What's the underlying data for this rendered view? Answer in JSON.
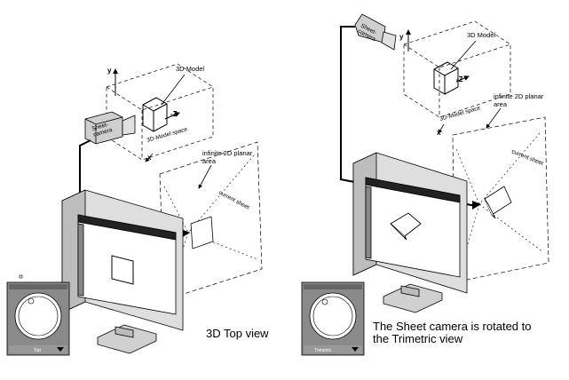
{
  "left_panel": {
    "labels": {
      "model": "3D Model",
      "sheet_camera": "Sheet-\ncamera",
      "model_space": "3D-Model space",
      "planar_area": "infinite 2D planar\narea",
      "current_sheet": "current sheet",
      "axis_y": "y",
      "axis_z": "-Z",
      "axis_x": "x"
    },
    "view_widget": {
      "selected_view": "Top"
    },
    "caption": "3D Top view"
  },
  "right_panel": {
    "labels": {
      "model": "3D Model",
      "sheet_camera": "Sheet-\ncamera",
      "model_space": "3D-Model space",
      "planar_area": "infinite 2D planar\narea",
      "current_sheet": "current sheet",
      "axis_y": "y",
      "axis_z": "-Z",
      "axis_x": "x"
    },
    "view_widget": {
      "selected_view": "Trimetric"
    },
    "caption": "The Sheet camera is rotated to\nthe Trimetric view"
  },
  "colors": {
    "line": "#000000",
    "widget_gray": "#8a8a8a",
    "bezel_gray": "#d9d9d9"
  }
}
